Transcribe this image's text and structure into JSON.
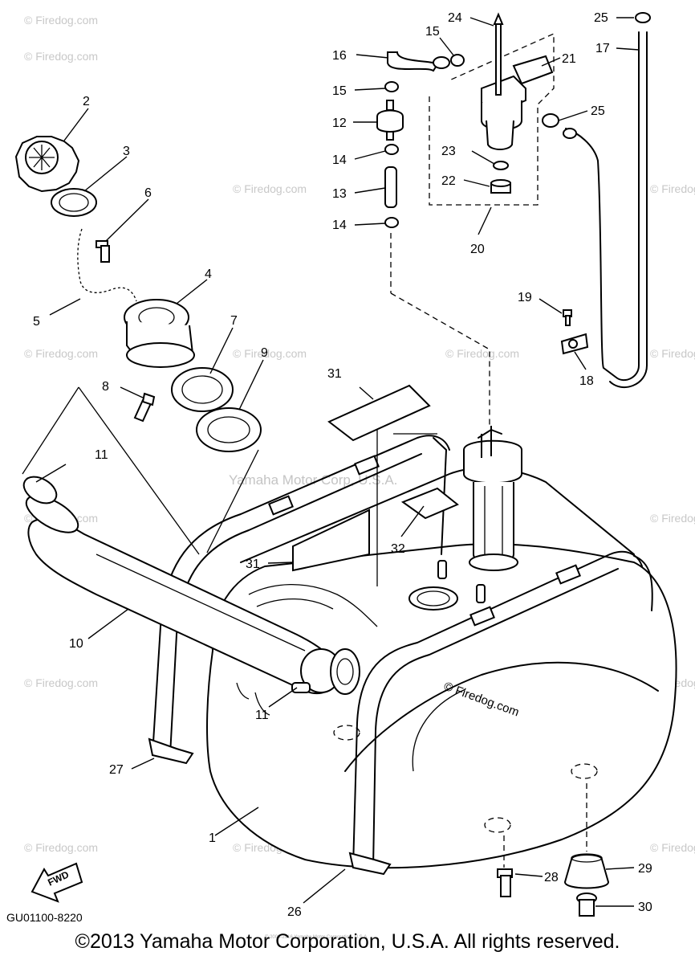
{
  "copyright": "©2013 Yamaha Motor Corporation, U.S.A. All rights reserved.",
  "diagram_code": "GU01100-8220",
  "fwd_label": "FWD",
  "watermark_center": "Yamaha Motor Corp, U.S.A.",
  "watermark_small": "© Firedog.com",
  "firedog_label": "© Firedog.com",
  "tiny_notice": "© 2009-2016 Yamaha Motor Corporation, U.S.A.",
  "callouts": {
    "p1": "1",
    "p2": "2",
    "p3": "3",
    "p4": "4",
    "p5": "5",
    "p6": "6",
    "p7": "7",
    "p8": "8",
    "p9": "9",
    "p10": "10",
    "p11a": "11",
    "p11b": "11",
    "p12": "12",
    "p13": "13",
    "p14a": "14",
    "p14b": "14",
    "p15a": "15",
    "p15b": "15",
    "p16": "16",
    "p17": "17",
    "p18": "18",
    "p19": "19",
    "p20": "20",
    "p21": "21",
    "p22": "22",
    "p23": "23",
    "p24": "24",
    "p25a": "25",
    "p25b": "25",
    "p26": "26",
    "p27": "27",
    "p28": "28",
    "p29": "29",
    "p30": "30",
    "p31a": "31",
    "p31b": "31",
    "p32": "32"
  }
}
